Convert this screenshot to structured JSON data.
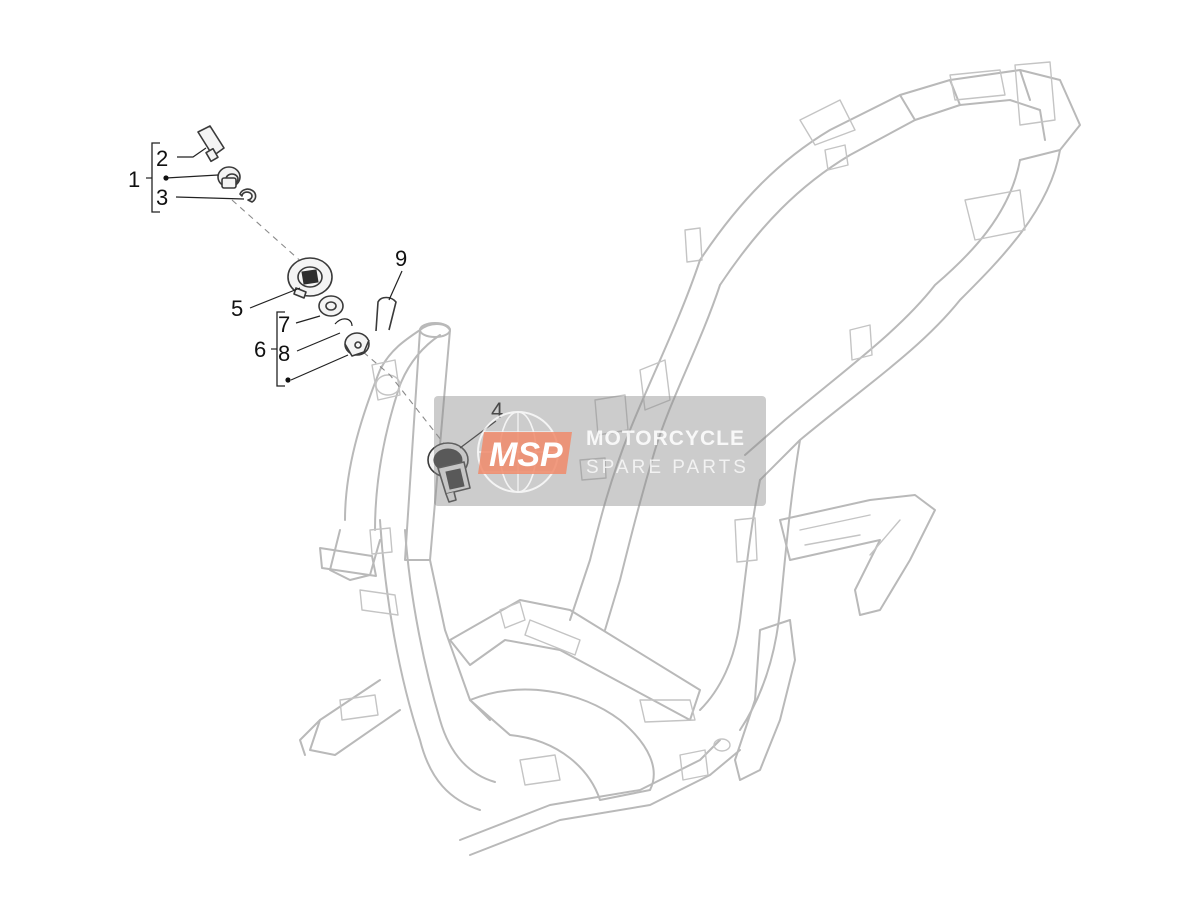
{
  "callouts": {
    "c1": "1",
    "c2": "2",
    "c3": "3",
    "c4": "4",
    "c5": "5",
    "c6": "6",
    "c7": "7",
    "c8": "8",
    "c9": "9"
  },
  "watermark": {
    "logo": "MSP",
    "line1": "MOTORCYCLE",
    "line2": "SPARE PARTS"
  },
  "colors": {
    "frame_outline": "#b9b9b9",
    "part_outline": "#3a3a3a",
    "watermark_box": "#8f8f8f",
    "watermark_logo": "#f08a6a"
  }
}
